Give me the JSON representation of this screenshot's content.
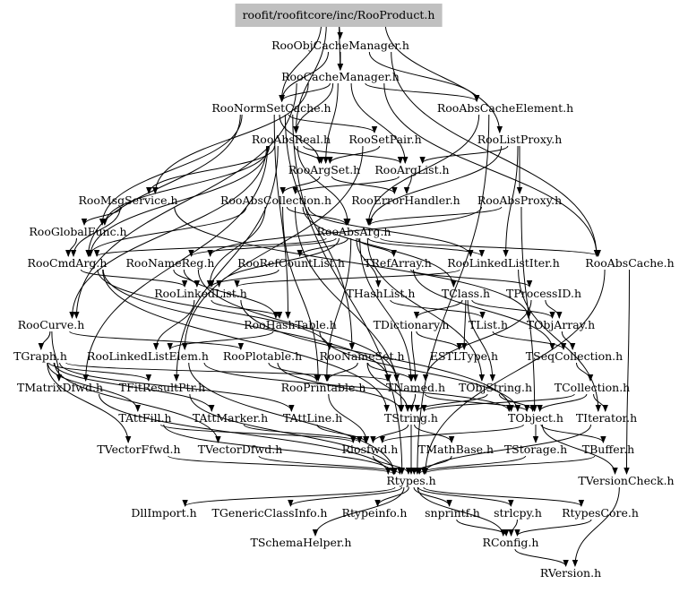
{
  "graph": {
    "root": "roofit/roofitcore/inc/RooProduct.h",
    "root_fill": "#c0c0c0",
    "edge_color": "#000000",
    "nodes": [
      "roofit/roofitcore/inc/RooProduct.h",
      "RooObjCacheManager.h",
      "RooCacheManager.h",
      "RooNormSetCache.h",
      "RooAbsCacheElement.h",
      "RooAbsReal.h",
      "RooSetPair.h",
      "RooListProxy.h",
      "RooArgSet.h",
      "RooArgList.h",
      "RooMsgService.h",
      "RooAbsCollection.h",
      "RooErrorHandler.h",
      "RooAbsProxy.h",
      "RooGlobalFunc.h",
      "RooAbsArg.h",
      "RooCmdArg.h",
      "RooNameReg.h",
      "RooRefCountList.h",
      "TRefArray.h",
      "RooLinkedListIter.h",
      "RooAbsCache.h",
      "RooLinkedList.h",
      "THashList.h",
      "TClass.h",
      "TProcessID.h",
      "RooHashTable.h",
      "RooCurve.h",
      "TDictionary.h",
      "TList.h",
      "TObjArray.h",
      "TGraph.h",
      "RooLinkedListElem.h",
      "RooPlotable.h",
      "RooNameSet.h",
      "ESTLType.h",
      "TSeqCollection.h",
      "TMatrixDfwd.h",
      "TFitResultPtr.h",
      "RooPrintable.h",
      "TNamed.h",
      "TObjString.h",
      "TCollection.h",
      "TAttFill.h",
      "TAttMarker.h",
      "TAttLine.h",
      "TString.h",
      "TObject.h",
      "TIterator.h",
      "TVectorFfwd.h",
      "TVectorDfwd.h",
      "Riosfwd.h",
      "TMathBase.h",
      "TStorage.h",
      "TBuffer.h",
      "Rtypes.h",
      "TVersionCheck.h",
      "DllImport.h",
      "TGenericClassInfo.h",
      "Rtypeinfo.h",
      "snprintf.h",
      "strlcpy.h",
      "RtypesCore.h",
      "TSchemaHelper.h",
      "RConfig.h",
      "RVersion.h"
    ],
    "edges": [
      [
        "roofit/roofitcore/inc/RooProduct.h",
        "RooObjCacheManager.h"
      ],
      [
        "roofit/roofitcore/inc/RooProduct.h",
        "RooCacheManager.h"
      ],
      [
        "roofit/roofitcore/inc/RooProduct.h",
        "RooNormSetCache.h"
      ],
      [
        "roofit/roofitcore/inc/RooProduct.h",
        "RooAbsReal.h"
      ],
      [
        "roofit/roofitcore/inc/RooProduct.h",
        "RooListProxy.h"
      ],
      [
        "RooObjCacheManager.h",
        "RooCacheManager.h"
      ],
      [
        "RooObjCacheManager.h",
        "RooNormSetCache.h"
      ],
      [
        "RooObjCacheManager.h",
        "RooAbsCacheElement.h"
      ],
      [
        "RooObjCacheManager.h",
        "RooAbsCache.h"
      ],
      [
        "RooCacheManager.h",
        "RooNormSetCache.h"
      ],
      [
        "RooCacheManager.h",
        "RooAbsCacheElement.h"
      ],
      [
        "RooCacheManager.h",
        "RooAbsReal.h"
      ],
      [
        "RooCacheManager.h",
        "RooArgSet.h"
      ],
      [
        "RooCacheManager.h",
        "RooArgList.h"
      ],
      [
        "RooCacheManager.h",
        "RooAbsCache.h"
      ],
      [
        "RooCacheManager.h",
        "RooMsgService.h"
      ],
      [
        "RooCacheManager.h",
        "RooCurve.h"
      ],
      [
        "RooNormSetCache.h",
        "RooSetPair.h"
      ],
      [
        "RooNormSetCache.h",
        "RooArgSet.h"
      ],
      [
        "RooNormSetCache.h",
        "RooNameSet.h"
      ],
      [
        "RooNormSetCache.h",
        "RooHashTable.h"
      ],
      [
        "RooNormSetCache.h",
        "RooCmdArg.h"
      ],
      [
        "RooNormSetCache.h",
        "RooGlobalFunc.h"
      ],
      [
        "RooNormSetCache.h",
        "Rtypes.h"
      ],
      [
        "RooAbsCacheElement.h",
        "RooAbsArg.h"
      ],
      [
        "RooAbsCacheElement.h",
        "Rtypes.h"
      ],
      [
        "RooAbsReal.h",
        "RooArgSet.h"
      ],
      [
        "RooAbsReal.h",
        "RooAbsArg.h"
      ],
      [
        "RooAbsReal.h",
        "RooCmdArg.h"
      ],
      [
        "RooAbsReal.h",
        "RooCurve.h"
      ],
      [
        "RooAbsReal.h",
        "RooArgList.h"
      ],
      [
        "RooAbsReal.h",
        "TMatrixDfwd.h"
      ],
      [
        "RooAbsReal.h",
        "TFitResultPtr.h"
      ],
      [
        "RooAbsReal.h",
        "RooGlobalFunc.h"
      ],
      [
        "RooAbsReal.h",
        "RooMsgService.h"
      ],
      [
        "RooSetPair.h",
        "RooArgSet.h"
      ],
      [
        "RooSetPair.h",
        "RooLinkedListElem.h"
      ],
      [
        "RooListProxy.h",
        "RooArgList.h"
      ],
      [
        "RooListProxy.h",
        "RooAbsProxy.h"
      ],
      [
        "RooListProxy.h",
        "RooAbsArg.h"
      ],
      [
        "RooListProxy.h",
        "RooLinkedListIter.h"
      ],
      [
        "RooArgSet.h",
        "RooAbsCollection.h"
      ],
      [
        "RooArgSet.h",
        "RooErrorHandler.h"
      ],
      [
        "RooArgList.h",
        "RooAbsCollection.h"
      ],
      [
        "RooArgList.h",
        "RooErrorHandler.h"
      ],
      [
        "RooMsgService.h",
        "RooGlobalFunc.h"
      ],
      [
        "RooMsgService.h",
        "RooCmdArg.h"
      ],
      [
        "RooMsgService.h",
        "TObjArray.h"
      ],
      [
        "RooAbsCollection.h",
        "RooAbsArg.h"
      ],
      [
        "RooAbsCollection.h",
        "RooPrintable.h"
      ],
      [
        "RooAbsCollection.h",
        "RooLinkedList.h"
      ],
      [
        "RooAbsCollection.h",
        "RooCmdArg.h"
      ],
      [
        "RooAbsCollection.h",
        "RooLinkedListIter.h"
      ],
      [
        "RooAbsCollection.h",
        "TString.h"
      ],
      [
        "RooAbsCollection.h",
        "TClass.h"
      ],
      [
        "RooAbsProxy.h",
        "RooAbsArg.h"
      ],
      [
        "RooAbsProxy.h",
        "RooNameReg.h"
      ],
      [
        "RooAbsProxy.h",
        "TObject.h"
      ],
      [
        "RooGlobalFunc.h",
        "RooCmdArg.h"
      ],
      [
        "RooAbsArg.h",
        "RooNameReg.h"
      ],
      [
        "RooAbsArg.h",
        "RooRefCountList.h"
      ],
      [
        "RooAbsArg.h",
        "TRefArray.h"
      ],
      [
        "RooAbsArg.h",
        "RooLinkedListIter.h"
      ],
      [
        "RooAbsArg.h",
        "RooAbsCache.h"
      ],
      [
        "RooAbsArg.h",
        "RooLinkedList.h"
      ],
      [
        "RooAbsArg.h",
        "RooPrintable.h"
      ],
      [
        "RooAbsArg.h",
        "THashList.h"
      ],
      [
        "RooAbsArg.h",
        "TNamed.h"
      ],
      [
        "RooAbsArg.h",
        "TObjString.h"
      ],
      [
        "RooAbsArg.h",
        "RooCmdArg.h"
      ],
      [
        "RooCmdArg.h",
        "RooLinkedList.h"
      ],
      [
        "RooCmdArg.h",
        "TString.h"
      ],
      [
        "RooCmdArg.h",
        "TNamed.h"
      ],
      [
        "RooCmdArg.h",
        "RooNameSet.h"
      ],
      [
        "RooNameReg.h",
        "RooHashTable.h"
      ],
      [
        "RooNameReg.h",
        "RooLinkedList.h"
      ],
      [
        "RooNameReg.h",
        "TNamed.h"
      ],
      [
        "RooRefCountList.h",
        "RooLinkedList.h"
      ],
      [
        "TRefArray.h",
        "TProcessID.h"
      ],
      [
        "TRefArray.h",
        "TSeqCollection.h"
      ],
      [
        "RooLinkedListIter.h",
        "RooLinkedList.h"
      ],
      [
        "RooLinkedListIter.h",
        "TIterator.h"
      ],
      [
        "RooAbsCache.h",
        "Rtypes.h"
      ],
      [
        "RooAbsCache.h",
        "TVersionCheck.h"
      ],
      [
        "RooLinkedList.h",
        "RooHashTable.h"
      ],
      [
        "RooLinkedList.h",
        "RooLinkedListElem.h"
      ],
      [
        "RooLinkedList.h",
        "TObject.h"
      ],
      [
        "THashList.h",
        "TList.h"
      ],
      [
        "TClass.h",
        "TDictionary.h"
      ],
      [
        "TClass.h",
        "TObjArray.h"
      ],
      [
        "TClass.h",
        "ESTLType.h"
      ],
      [
        "TClass.h",
        "TObjString.h"
      ],
      [
        "TProcessID.h",
        "TObjArray.h"
      ],
      [
        "TProcessID.h",
        "TNamed.h"
      ],
      [
        "RooHashTable.h",
        "TObject.h"
      ],
      [
        "RooHashTable.h",
        "RooLinkedListElem.h"
      ],
      [
        "RooCurve.h",
        "TGraph.h"
      ],
      [
        "RooCurve.h",
        "RooPlotable.h"
      ],
      [
        "RooCurve.h",
        "TMatrixDfwd.h"
      ],
      [
        "TDictionary.h",
        "TNamed.h"
      ],
      [
        "TDictionary.h",
        "ESTLType.h"
      ],
      [
        "TList.h",
        "TSeqCollection.h"
      ],
      [
        "TObjArray.h",
        "TSeqCollection.h"
      ],
      [
        "TGraph.h",
        "TNamed.h"
      ],
      [
        "TGraph.h",
        "TAttFill.h"
      ],
      [
        "TGraph.h",
        "TAttMarker.h"
      ],
      [
        "TGraph.h",
        "TAttLine.h"
      ],
      [
        "TGraph.h",
        "TVectorFfwd.h"
      ],
      [
        "TGraph.h",
        "TVectorDfwd.h"
      ],
      [
        "TGraph.h",
        "TFitResultPtr.h"
      ],
      [
        "RooLinkedListElem.h",
        "TObject.h"
      ],
      [
        "RooLinkedListElem.h",
        "Rtypes.h"
      ],
      [
        "RooPlotable.h",
        "RooPrintable.h"
      ],
      [
        "RooPlotable.h",
        "TString.h"
      ],
      [
        "RooNameSet.h",
        "TNamed.h"
      ],
      [
        "RooNameSet.h",
        "TString.h"
      ],
      [
        "RooNameSet.h",
        "RooPrintable.h"
      ],
      [
        "TSeqCollection.h",
        "TCollection.h"
      ],
      [
        "TMatrixDfwd.h",
        "Rtypes.h"
      ],
      [
        "TFitResultPtr.h",
        "Rtypes.h"
      ],
      [
        "RooPrintable.h",
        "Riosfwd.h"
      ],
      [
        "TNamed.h",
        "TString.h"
      ],
      [
        "TNamed.h",
        "TObject.h"
      ],
      [
        "TObjString.h",
        "TObject.h"
      ],
      [
        "TObjString.h",
        "TString.h"
      ],
      [
        "TCollection.h",
        "TObject.h"
      ],
      [
        "TCollection.h",
        "TIterator.h"
      ],
      [
        "TCollection.h",
        "TString.h"
      ],
      [
        "TAttFill.h",
        "Rtypes.h"
      ],
      [
        "TAttFill.h",
        "Riosfwd.h"
      ],
      [
        "TAttMarker.h",
        "Riosfwd.h"
      ],
      [
        "TAttLine.h",
        "Riosfwd.h"
      ],
      [
        "TString.h",
        "TMathBase.h"
      ],
      [
        "TString.h",
        "Riosfwd.h"
      ],
      [
        "TString.h",
        "Rtypes.h"
      ],
      [
        "TObject.h",
        "TStorage.h"
      ],
      [
        "TObject.h",
        "TBuffer.h"
      ],
      [
        "TObject.h",
        "Riosfwd.h"
      ],
      [
        "TObject.h",
        "TVersionCheck.h"
      ],
      [
        "TIterator.h",
        "Rtypes.h"
      ],
      [
        "TVectorFfwd.h",
        "Rtypes.h"
      ],
      [
        "TVectorDfwd.h",
        "Rtypes.h"
      ],
      [
        "Riosfwd.h",
        "Rtypes.h"
      ],
      [
        "TMathBase.h",
        "Rtypes.h"
      ],
      [
        "TStorage.h",
        "Rtypes.h"
      ],
      [
        "TBuffer.h",
        "Rtypes.h"
      ],
      [
        "Rtypes.h",
        "DllImport.h"
      ],
      [
        "Rtypes.h",
        "TGenericClassInfo.h"
      ],
      [
        "Rtypes.h",
        "Rtypeinfo.h"
      ],
      [
        "Rtypes.h",
        "snprintf.h"
      ],
      [
        "Rtypes.h",
        "strlcpy.h"
      ],
      [
        "Rtypes.h",
        "RtypesCore.h"
      ],
      [
        "Rtypes.h",
        "TSchemaHelper.h"
      ],
      [
        "Rtypes.h",
        "RConfig.h"
      ],
      [
        "snprintf.h",
        "RConfig.h"
      ],
      [
        "strlcpy.h",
        "RConfig.h"
      ],
      [
        "RtypesCore.h",
        "RConfig.h"
      ],
      [
        "TVersionCheck.h",
        "RVersion.h"
      ],
      [
        "RConfig.h",
        "RVersion.h"
      ]
    ]
  }
}
